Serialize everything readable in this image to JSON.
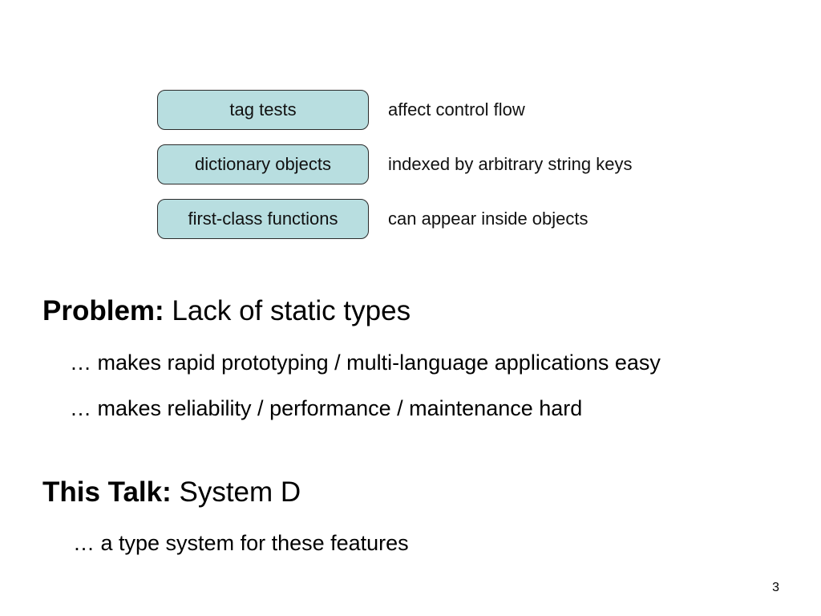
{
  "features": [
    {
      "label": "tag tests",
      "description": "affect control flow"
    },
    {
      "label": "dictionary objects",
      "description": "indexed by arbitrary string keys"
    },
    {
      "label": "first-class functions",
      "description": "can appear inside objects"
    }
  ],
  "colors": {
    "feature_box_fill": "#b8dee0",
    "feature_box_border": "#2b2b2b"
  },
  "problem": {
    "lead": "Problem:",
    "rest": " Lack of static types",
    "points": [
      "… makes rapid prototyping / multi-language applications easy",
      "… makes reliability / performance / maintenance hard"
    ]
  },
  "talk": {
    "lead": "This Talk:",
    "rest": " System D",
    "points": [
      "… a type system for these features"
    ]
  },
  "slide_number": "3"
}
